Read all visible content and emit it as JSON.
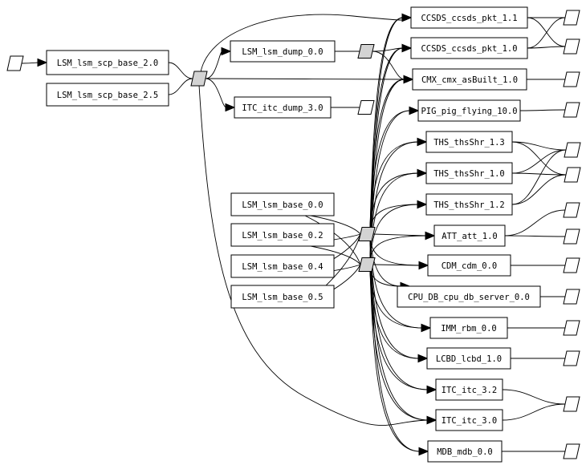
{
  "colors": {
    "background": "#ffffff",
    "stroke": "#000000",
    "junction_fill": "#d3d3d3",
    "io_fill": "#ffffff"
  },
  "nodes": [
    {
      "id": "lsm_scp_20",
      "label": "LSM_lsm_scp_base_2.0"
    },
    {
      "id": "lsm_scp_25",
      "label": "LSM_lsm_scp_base_2.5"
    },
    {
      "id": "lsm_dump_00",
      "label": "LSM_lsm_dump_0.0"
    },
    {
      "id": "itc_dump_30",
      "label": "ITC_itc_dump_3.0"
    },
    {
      "id": "lsm_base_00",
      "label": "LSM_lsm_base_0.0"
    },
    {
      "id": "lsm_base_02",
      "label": "LSM_lsm_base_0.2"
    },
    {
      "id": "lsm_base_04",
      "label": "LSM_lsm_base_0.4"
    },
    {
      "id": "lsm_base_05",
      "label": "LSM_lsm_base_0.5"
    },
    {
      "id": "ccsds_11",
      "label": "CCSDS_ccsds_pkt_1.1"
    },
    {
      "id": "ccsds_10",
      "label": "CCSDS_ccsds_pkt_1.0"
    },
    {
      "id": "cmx_10",
      "label": "CMX_cmx_asBuilt_1.0"
    },
    {
      "id": "pig_100",
      "label": "PIG_pig_flying_10.0"
    },
    {
      "id": "ths_13",
      "label": "THS_thsShr_1.3"
    },
    {
      "id": "ths_10",
      "label": "THS_thsShr_1.0"
    },
    {
      "id": "ths_12",
      "label": "THS_thsShr_1.2"
    },
    {
      "id": "att_10",
      "label": "ATT_att_1.0"
    },
    {
      "id": "cdm_00",
      "label": "CDM_cdm_0.0"
    },
    {
      "id": "cpudb_00",
      "label": "CPU_DB_cpu_db_server_0.0"
    },
    {
      "id": "imm_00",
      "label": "IMM_rbm_0.0"
    },
    {
      "id": "lcbd_10",
      "label": "LCBD_lcbd_1.0"
    },
    {
      "id": "itc_32",
      "label": "ITC_itc_3.2"
    },
    {
      "id": "itc_30",
      "label": "ITC_itc_3.0"
    },
    {
      "id": "mdb_00",
      "label": "MDB_mdb_0.0"
    }
  ],
  "junctions": [
    {
      "id": "j_input",
      "kind": "io"
    },
    {
      "id": "j_scp",
      "kind": "junction"
    },
    {
      "id": "j_dump",
      "kind": "junction"
    },
    {
      "id": "j_itcdump",
      "kind": "io"
    },
    {
      "id": "j_base_a",
      "kind": "junction"
    },
    {
      "id": "j_base_b",
      "kind": "junction"
    },
    {
      "id": "out_1",
      "kind": "io"
    },
    {
      "id": "out_2",
      "kind": "io"
    },
    {
      "id": "out_3",
      "kind": "io"
    },
    {
      "id": "out_4",
      "kind": "io"
    },
    {
      "id": "out_5",
      "kind": "io"
    },
    {
      "id": "out_6",
      "kind": "io"
    },
    {
      "id": "out_7",
      "kind": "io"
    },
    {
      "id": "out_8",
      "kind": "io"
    },
    {
      "id": "out_9",
      "kind": "io"
    },
    {
      "id": "out_10",
      "kind": "io"
    },
    {
      "id": "out_11",
      "kind": "io"
    },
    {
      "id": "out_12",
      "kind": "io"
    },
    {
      "id": "out_13",
      "kind": "io"
    },
    {
      "id": "out_14",
      "kind": "io"
    }
  ],
  "edges": [
    {
      "from": "j_input",
      "to": "lsm_scp_20",
      "arrow": true
    },
    {
      "from": "lsm_scp_20",
      "to": "j_scp",
      "arrow": false
    },
    {
      "from": "lsm_scp_25",
      "to": "j_scp",
      "arrow": false
    },
    {
      "from": "j_scp",
      "to": "lsm_dump_00",
      "arrow": true
    },
    {
      "from": "j_scp",
      "to": "itc_dump_30",
      "arrow": true
    },
    {
      "from": "j_scp",
      "to": "cmx_10",
      "arrow": true
    },
    {
      "from": "j_scp",
      "to": "ccsds_11",
      "arrow": true
    },
    {
      "from": "j_scp",
      "to": "itc_30",
      "arrow": true
    },
    {
      "from": "lsm_dump_00",
      "to": "j_dump",
      "arrow": false
    },
    {
      "from": "j_dump",
      "to": "ccsds_10",
      "arrow": true
    },
    {
      "from": "j_dump",
      "to": "cmx_10",
      "arrow": true
    },
    {
      "from": "itc_dump_30",
      "to": "j_itcdump",
      "arrow": false
    },
    {
      "from": "lsm_base_00",
      "to": "j_base_a",
      "arrow": false
    },
    {
      "from": "lsm_base_02",
      "to": "j_base_a",
      "arrow": false
    },
    {
      "from": "lsm_base_04",
      "to": "j_base_a",
      "arrow": false
    },
    {
      "from": "lsm_base_05",
      "to": "j_base_a",
      "arrow": false
    },
    {
      "from": "lsm_base_00",
      "to": "j_base_b",
      "arrow": false
    },
    {
      "from": "lsm_base_02",
      "to": "j_base_b",
      "arrow": false
    },
    {
      "from": "lsm_base_04",
      "to": "j_base_b",
      "arrow": false
    },
    {
      "from": "lsm_base_05",
      "to": "j_base_b",
      "arrow": false
    },
    {
      "from": "ccsds_11",
      "to": "out_1",
      "arrow": false
    },
    {
      "from": "ccsds_11",
      "to": "out_2",
      "arrow": false
    },
    {
      "from": "ccsds_10",
      "to": "out_2",
      "arrow": false
    },
    {
      "from": "ccsds_10",
      "to": "out_1",
      "arrow": false
    },
    {
      "from": "cmx_10",
      "to": "out_3",
      "arrow": false
    },
    {
      "from": "pig_100",
      "to": "out_4",
      "arrow": false
    },
    {
      "from": "ths_13",
      "to": "out_5",
      "arrow": false
    },
    {
      "from": "ths_13",
      "to": "out_6",
      "arrow": false
    },
    {
      "from": "ths_10",
      "to": "out_5",
      "arrow": false
    },
    {
      "from": "ths_10",
      "to": "out_6",
      "arrow": false
    },
    {
      "from": "ths_12",
      "to": "out_5",
      "arrow": false
    },
    {
      "from": "ths_12",
      "to": "out_6",
      "arrow": false
    },
    {
      "from": "att_10",
      "to": "out_7",
      "arrow": false
    },
    {
      "from": "att_10",
      "to": "out_8",
      "arrow": false
    },
    {
      "from": "cdm_00",
      "to": "out_9",
      "arrow": false
    },
    {
      "from": "cpudb_00",
      "to": "out_10",
      "arrow": false
    },
    {
      "from": "imm_00",
      "to": "out_11",
      "arrow": false
    },
    {
      "from": "lcbd_10",
      "to": "out_12",
      "arrow": false
    },
    {
      "from": "itc_32",
      "to": "out_13",
      "arrow": false
    },
    {
      "from": "itc_30",
      "to": "out_13",
      "arrow": false
    },
    {
      "from": "mdb_00",
      "to": "out_14",
      "arrow": false
    }
  ]
}
